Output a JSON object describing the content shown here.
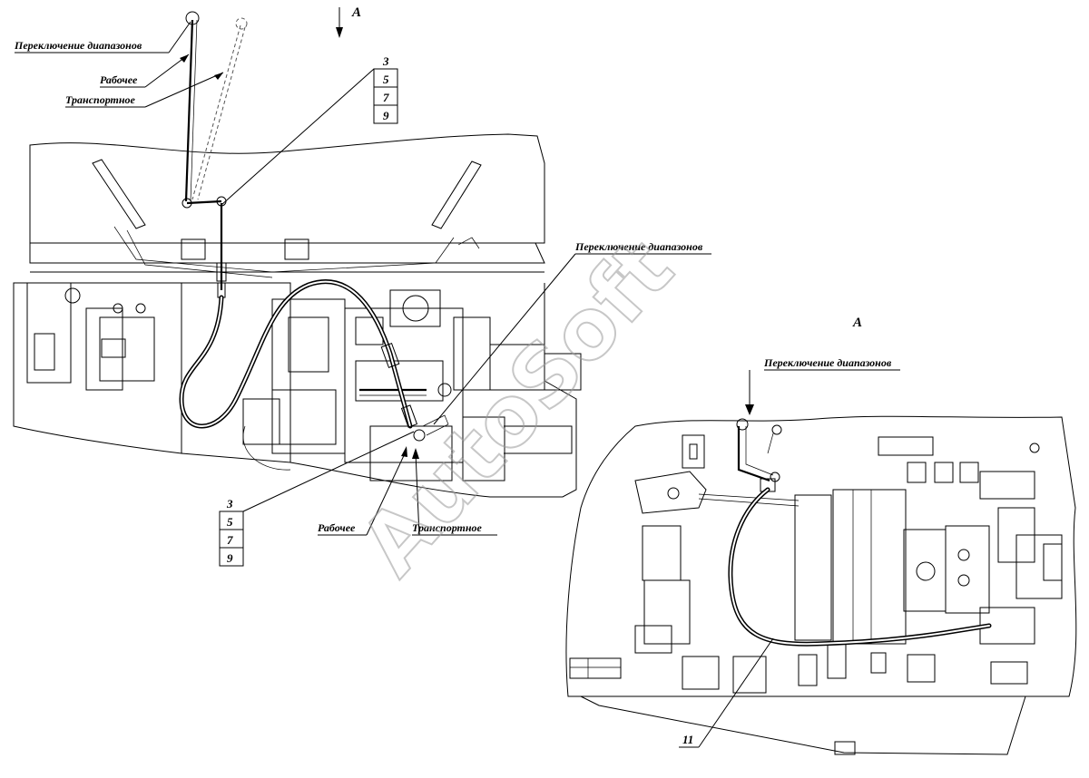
{
  "view_a": {
    "arrow_label": "А",
    "title": "А"
  },
  "labels": {
    "range_switch_top": "Переключение диапазонов",
    "working_top": "Рабочее",
    "transport_top": "Транспортное",
    "range_switch_mid": "Переключение диапазонов",
    "working_bottom": "Рабочее",
    "transport_bottom": "Транспортное",
    "range_switch_view": "Переключение диапазонов"
  },
  "callouts": {
    "top_stack": [
      "3",
      "5",
      "7",
      "9"
    ],
    "bottom_stack": [
      "3",
      "5",
      "7",
      "9"
    ],
    "view_part": "11"
  },
  "watermark": {
    "text": "AutoSoft"
  }
}
